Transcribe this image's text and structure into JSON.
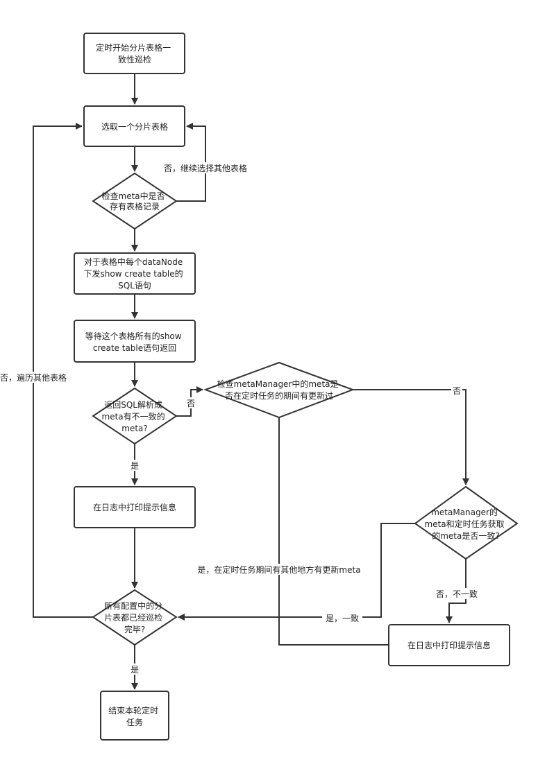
{
  "nodes": {
    "start": [
      "定时开始分片表格一",
      "致性巡检"
    ],
    "select_table": [
      "选取一个分片表格"
    ],
    "check_meta": [
      "检查meta中是否",
      "存有表格记录"
    ],
    "send_sql": [
      "对于表格中每个dataNode",
      "下发show create table的",
      "SQL语句"
    ],
    "wait_return": [
      "等待这个表格所有的show",
      "create table语句返回"
    ],
    "parse_check": [
      "返回SQL解析成",
      "meta有不一致的",
      "meta?"
    ],
    "check_manager": [
      "检查metaManager中的meta是",
      "否在定时任务的期间有更新过"
    ],
    "log_info_left": [
      "在日志中打印提示信息"
    ],
    "compare_meta": [
      "metaManager的",
      "meta和定时任务获取",
      "的meta是否一致?"
    ],
    "all_done": [
      "所有配置中的分",
      "片表都已经巡检",
      "完毕?"
    ],
    "log_info_right": [
      "在日志中打印提示信息"
    ],
    "end": [
      "结束本轮定时",
      "任务"
    ]
  },
  "edge_labels": {
    "no_continue": "否，继续选择其他表格",
    "no_traverse": "否，遍历其他表格",
    "no_short": "否",
    "yes": "是",
    "yes_updated": "是，在定时任务期间有其他地方有更新meta",
    "no_inconsistent": "否，不一致",
    "yes_consistent": "是，一致"
  },
  "colors": {
    "stroke": "#333333",
    "fill": "#ffffff",
    "text": "#222222"
  }
}
